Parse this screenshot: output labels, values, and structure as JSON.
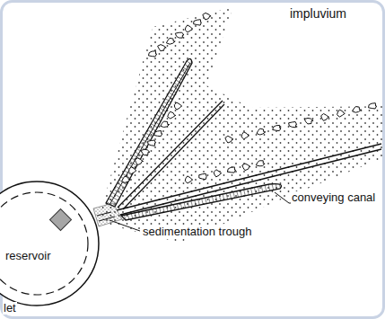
{
  "diagram": {
    "nodes": [
      {
        "text": [
          "reservoir"
        ]
      }
    ],
    "labels": [
      "impluvium",
      "conveying canal",
      "sedimentation trough",
      "let"
    ]
  }
}
